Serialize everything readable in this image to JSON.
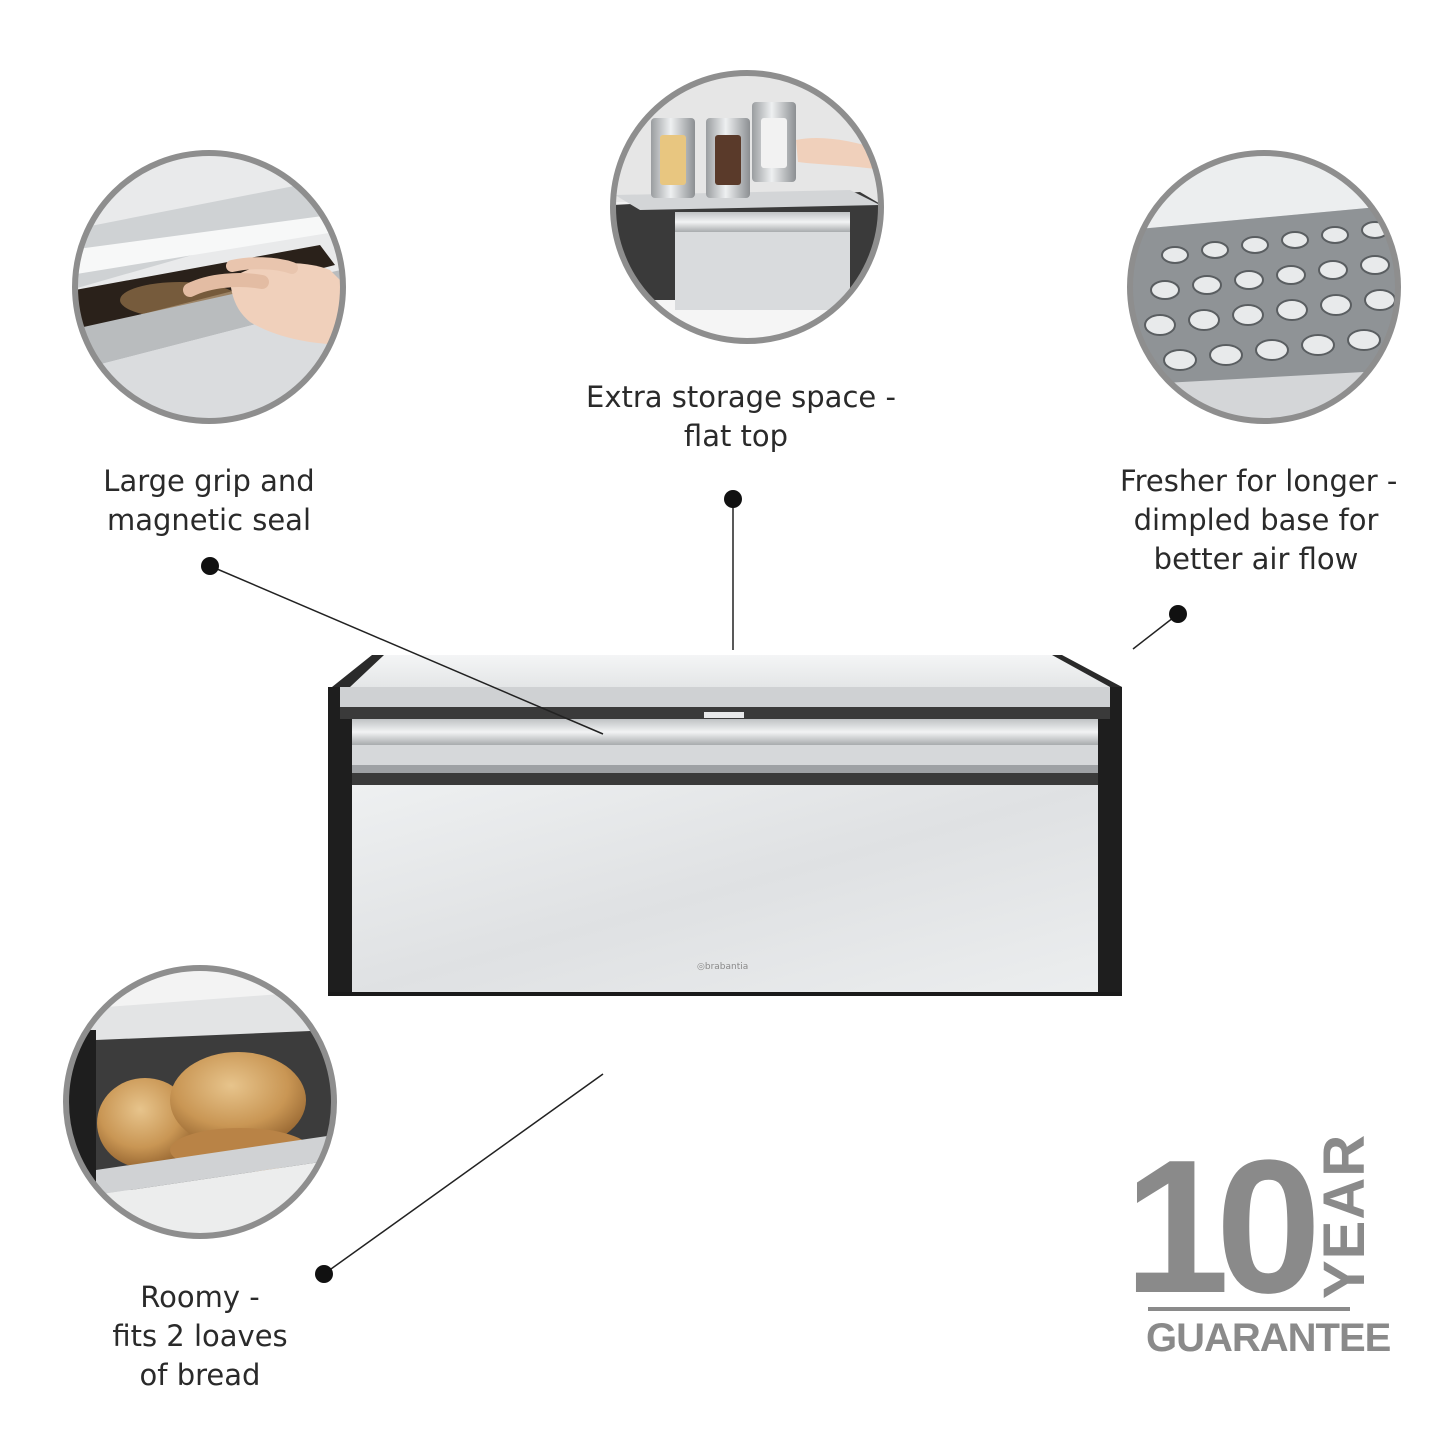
{
  "features": [
    {
      "id": "grip",
      "lines": [
        "Large grip and",
        "magnetic seal"
      ],
      "icon": "hand-opening-lid-photo"
    },
    {
      "id": "top",
      "lines": [
        "Extra storage space -",
        "flat top"
      ],
      "icon": "canisters-on-top-photo"
    },
    {
      "id": "fresh",
      "lines": [
        "Fresher for longer -",
        "dimpled base for",
        "better air flow"
      ],
      "icon": "dimpled-base-photo"
    },
    {
      "id": "roomy",
      "lines": [
        "Roomy -",
        "fits 2 loaves",
        "of bread"
      ],
      "icon": "bread-loaves-photo"
    }
  ],
  "product": {
    "brand": "brabantia"
  },
  "guarantee": {
    "number": "10",
    "unit": "YEAR",
    "label": "GUARANTEE"
  },
  "colors": {
    "text": "#2a2a2a",
    "guarantee": "#8a8a8a",
    "ring": "#8e8e8e",
    "frame": "#1e1e1e",
    "steel": "#e2e3e4"
  }
}
